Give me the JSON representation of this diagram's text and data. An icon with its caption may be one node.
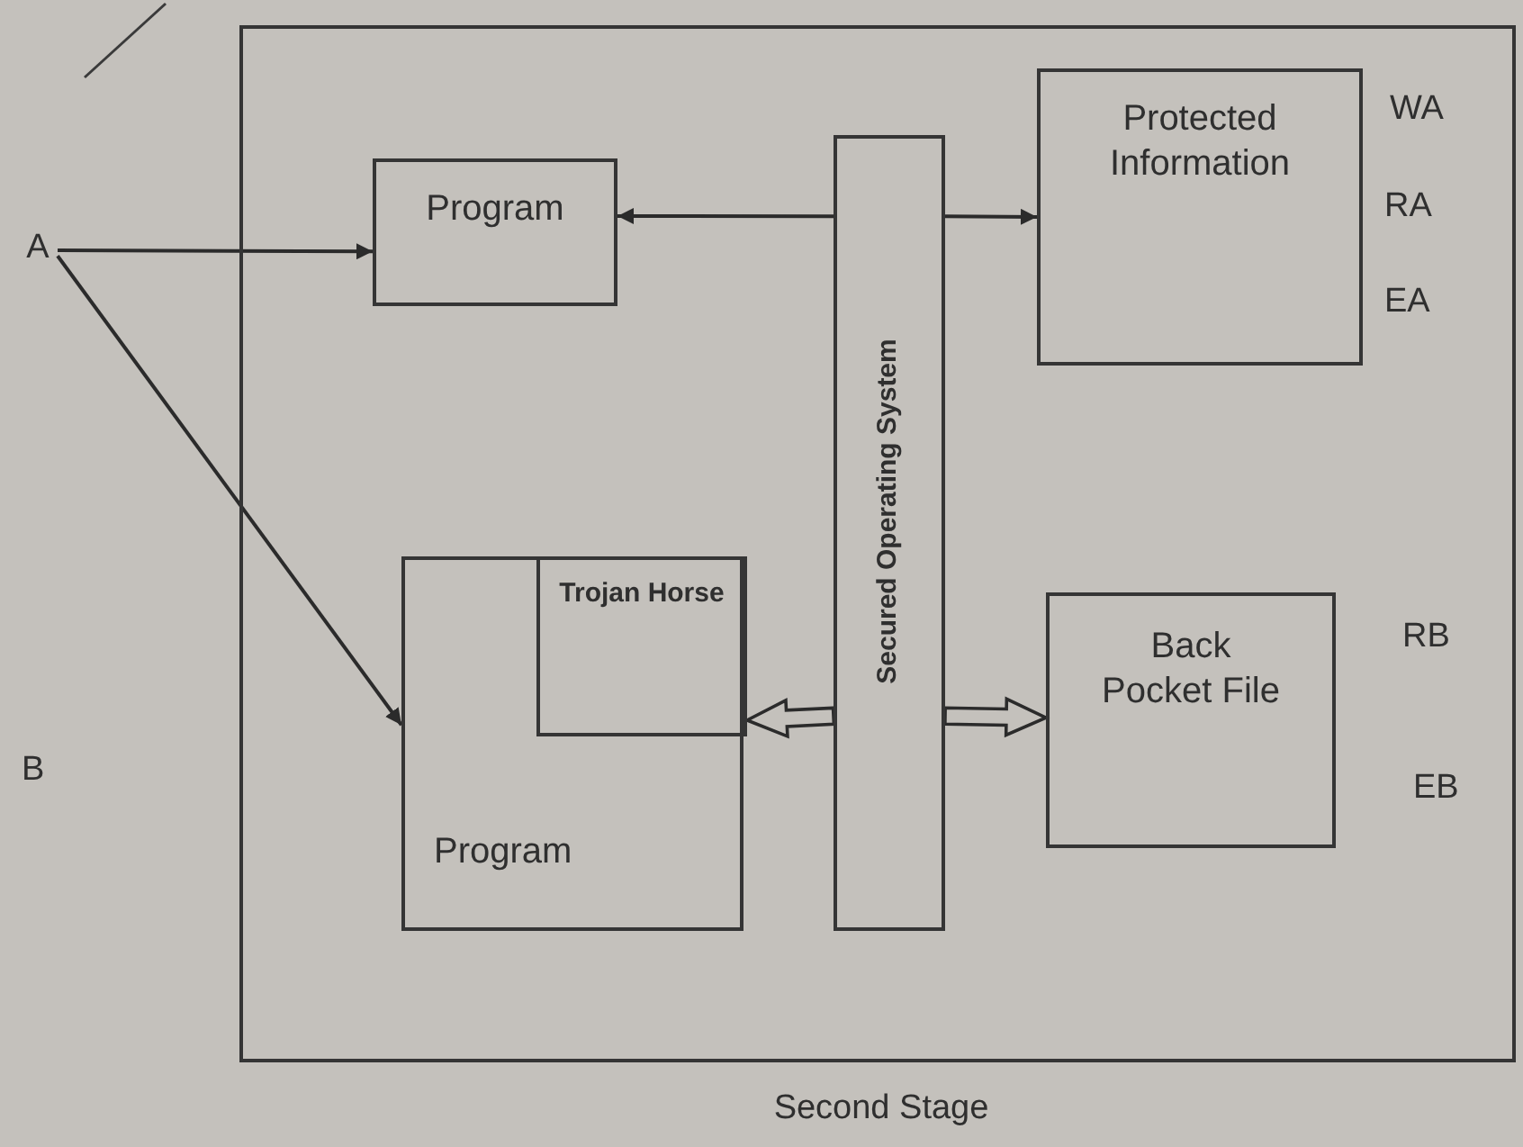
{
  "diagram": {
    "nodes": [
      {
        "text": [
          "Second Stage"
        ]
      },
      {
        "text": [
          "A"
        ]
      },
      {
        "text": [
          "Program"
        ],
        "in": 0
      },
      {
        "text": [
          "Secured Operating System"
        ],
        "in": 0
      },
      {
        "text": [
          "Protected Information"
        ],
        "in": 0,
        "beside": [
          "WA",
          "RA",
          "EA"
        ]
      },
      {
        "text": [
          "Program"
        ],
        "in": 0
      },
      {
        "text": [
          "Trojan Horse"
        ],
        "in": 5
      },
      {
        "text": [
          "Back Pocket File"
        ],
        "in": 0,
        "beside": [
          "RB",
          "EB"
        ]
      }
    ],
    "edges": [
      {
        "from": 1,
        "to": 2,
        "arrow": "to"
      },
      {
        "from": 1,
        "to": 5,
        "arrow": "to"
      },
      {
        "from": 3,
        "to": 2,
        "arrow": "to"
      },
      {
        "from": 3,
        "to": 4,
        "arrow": "to"
      },
      {
        "from": 3,
        "to": 6,
        "arrow": "to",
        "style": "thick"
      },
      {
        "from": 3,
        "to": 7,
        "arrow": "to",
        "style": "thick"
      }
    ],
    "labels": [
      "B"
    ]
  }
}
